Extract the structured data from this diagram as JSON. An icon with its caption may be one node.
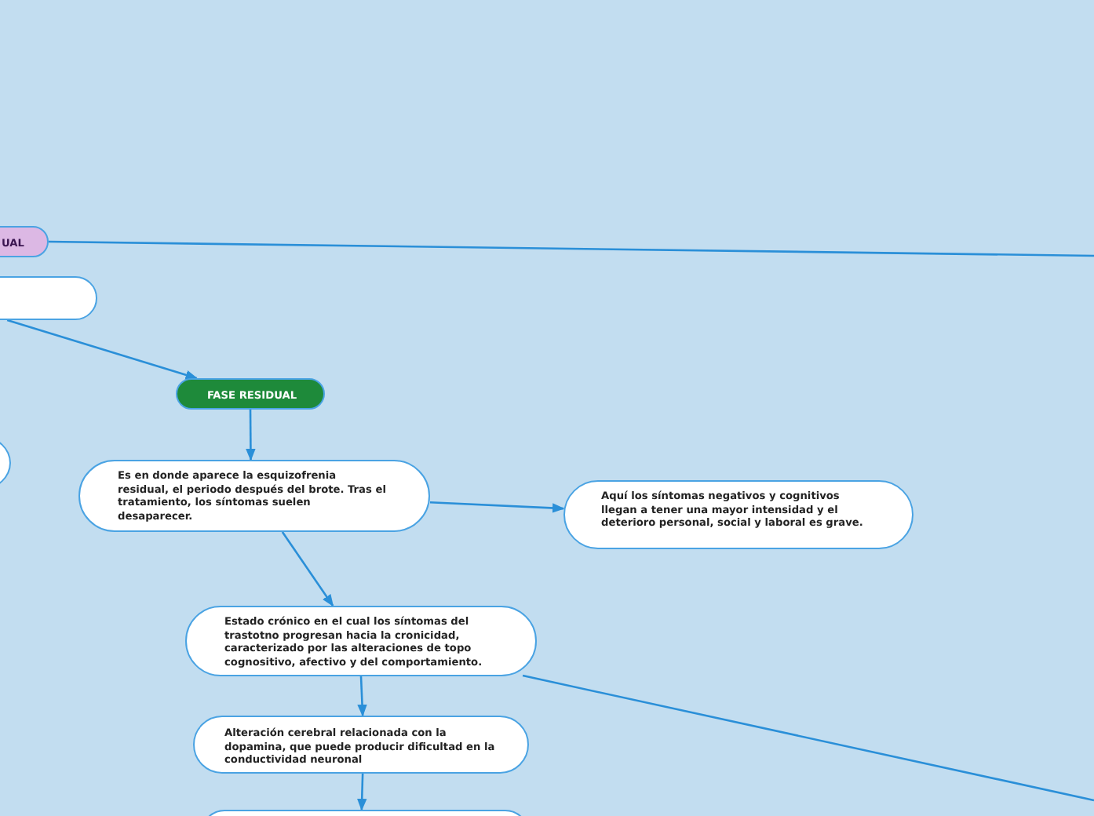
{
  "diagram": {
    "nodes": [
      {
        "text": [
          "UAL"
        ]
      },
      {
        "text": [],
        "shape": "box"
      },
      {
        "text": [
          "FASE RESIDUAL"
        ]
      },
      {
        "text": [],
        "shape": "circle"
      },
      {
        "text": [
          "Es en donde aparece la esquizofrenia residual, el periodo después del brote. Tras el tratamiento, los síntomas suelen desaparecer."
        ]
      },
      {
        "text": [
          "Aquí los síntomas negativos y cognitivos llegan a tener una mayor intensidad y el deterioro personal, social y laboral es grave."
        ]
      },
      {
        "text": [
          "Estado crónico en el cual los síntomas del trastotno progresan hacia la cronicidad, caracterizado por las alteraciones de topo cognositivo, afectivo y del comportamiento."
        ]
      },
      {
        "text": [
          "Alteración cerebral relacionada con la dopamina, que puede producir dificultad en la conductividad neuronal"
        ]
      },
      {
        "text": [],
        "shape": "box"
      }
    ],
    "edges": [
      {
        "from": 0,
        "to": null,
        "arrow": "none"
      },
      {
        "from": 1,
        "to": 2,
        "arrow": "to"
      },
      {
        "from": 2,
        "to": 4,
        "arrow": "to"
      },
      {
        "from": 4,
        "to": 5,
        "arrow": "to"
      },
      {
        "from": 4,
        "to": 6,
        "arrow": "to"
      },
      {
        "from": 6,
        "to": null,
        "arrow": "none"
      },
      {
        "from": 6,
        "to": 7,
        "arrow": "to"
      },
      {
        "from": 7,
        "to": 8,
        "arrow": "to"
      }
    ]
  }
}
